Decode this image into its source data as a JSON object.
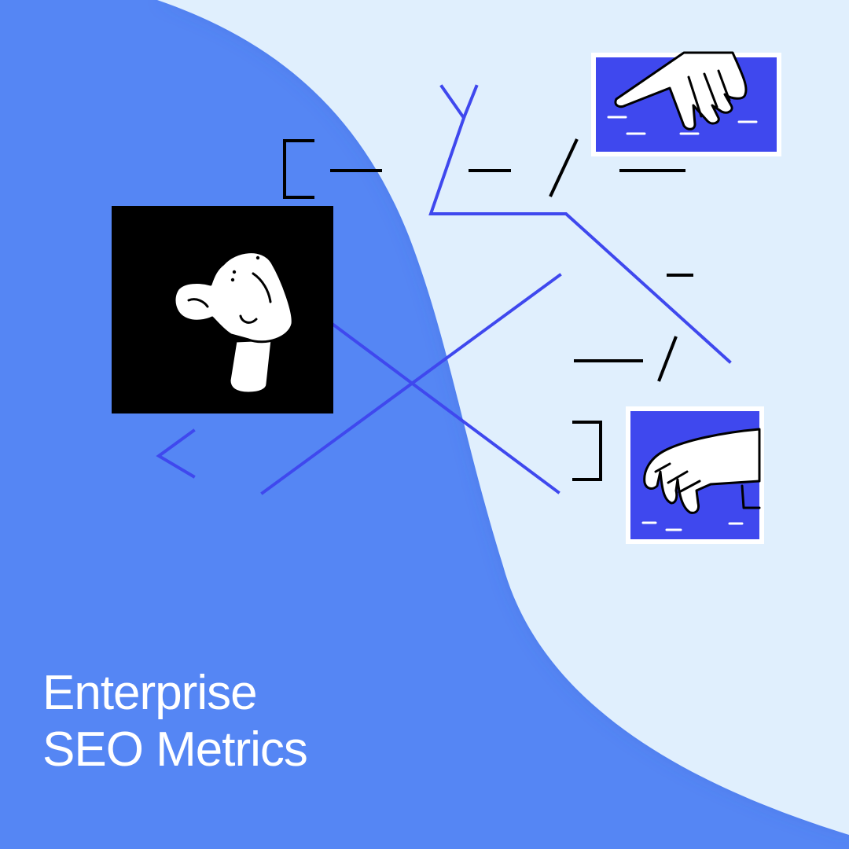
{
  "title": {
    "line1": "Enterprise",
    "line2": "SEO Metrics"
  },
  "colors": {
    "background_blue": "#5586f4",
    "background_light": "#e0effd",
    "accent_blue": "#3f48ee",
    "black": "#000000",
    "white": "#ffffff"
  },
  "illustrations": {
    "portrait": "abstract-head-figure",
    "top_card": "pointing-hand-icon",
    "bottom_card": "typing-hand-icon"
  }
}
